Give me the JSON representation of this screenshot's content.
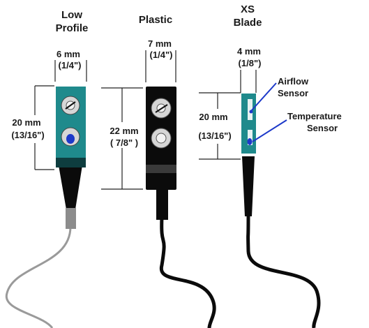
{
  "sensors": [
    {
      "title_line1": "Low",
      "title_line2": "Profile",
      "width_mm": "6 mm",
      "width_in": "(1/4\")",
      "height_mm": "20 mm",
      "height_in": "(13/16\")"
    },
    {
      "title_line1": "Plastic",
      "width_mm": "7 mm",
      "width_in": "(1/4\")",
      "height_mm": "22 mm",
      "height_in": "( 7/8\" )"
    },
    {
      "title_line1": "XS",
      "title_line2": "Blade",
      "width_mm": "4 mm",
      "width_in": "(1/8\")",
      "height_mm": "20 mm",
      "height_in": "(13/16\")"
    }
  ],
  "callouts": {
    "airflow_line1": "Airflow",
    "airflow_line2": "Sensor",
    "temperature_line1": "Temperature",
    "temperature_line2": "Sensor"
  },
  "colors": {
    "teal": "#1f8a8c",
    "black_body": "#0b0b0b",
    "grey_cable": "#9a9a9a",
    "blue_sensor": "#1d39c9"
  }
}
